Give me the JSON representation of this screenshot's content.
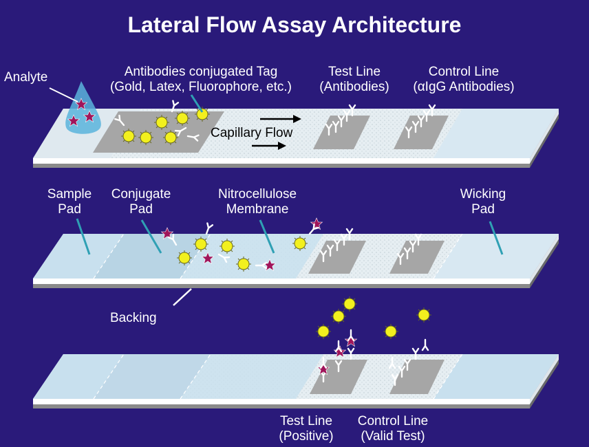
{
  "title": "Lateral Flow Assay Architecture",
  "colors": {
    "background": "#2a1a7a",
    "strip_top": "#d4e6f0",
    "strip_side": "#ffffff",
    "backing": "#8a8a8a",
    "zone_gray": "#a6a6a6",
    "gold_particle": "#f2f01e",
    "analyte": "#a0155a",
    "antibody": "#ffffff",
    "leader_line": "#2fa0b4",
    "drop": "#5ab4dc"
  },
  "top_strip": {
    "analyte": "Analyte",
    "conjugate_line1": "Antibodies conjugated Tag",
    "conjugate_line2": "(Gold, Latex, Fluorophore, etc.)",
    "test_line1": "Test Line",
    "test_line2": "(Antibodies)",
    "control_line1": "Control Line",
    "control_line2": "(αIgG Antibodies)",
    "flow": "Capillary Flow"
  },
  "middle_strip": {
    "sample_line1": "Sample",
    "sample_line2": "Pad",
    "conjugate_line1": "Conjugate",
    "conjugate_line2": "Pad",
    "membrane_line1": "Nitrocellulose",
    "membrane_line2": "Membrane",
    "wicking_line1": "Wicking",
    "wicking_line2": "Pad",
    "backing": "Backing"
  },
  "bottom_strip": {
    "test_line1": "Test Line",
    "test_line2": "(Positive)",
    "control_line1": "Control Line",
    "control_line2": "(Valid Test)"
  }
}
